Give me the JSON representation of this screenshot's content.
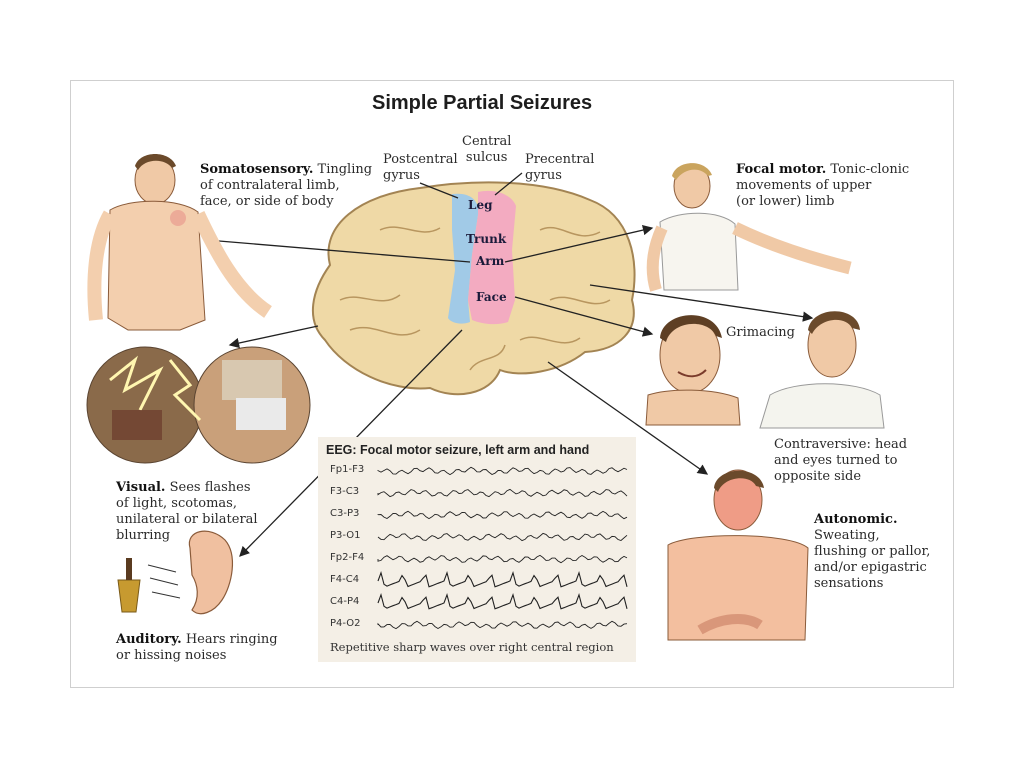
{
  "title": "Simple Partial Seizures",
  "brain": {
    "central_sulcus": [
      "Central",
      "sulcus"
    ],
    "postcentral_gyrus": [
      "Postcentral",
      "gyrus"
    ],
    "precentral_gyrus": [
      "Precentral",
      "gyrus"
    ],
    "regions": [
      "Leg",
      "Trunk",
      "Arm",
      "Face"
    ],
    "colors": {
      "postcentral": "#9cc9ea",
      "precentral": "#f2a9c2",
      "brain": "#efd9a6"
    }
  },
  "somatosensory": {
    "heading": "Somatosensory.",
    "lines": [
      "Tingling",
      "of contralateral limb,",
      "face, or side of body"
    ]
  },
  "focal_motor": {
    "heading": "Focal motor.",
    "lines": [
      "Tonic-clonic",
      "movements of upper",
      "(or lower) limb"
    ]
  },
  "grimacing": "Grimacing",
  "contraversive": [
    "Contraversive: head",
    "and eyes turned to",
    "opposite side"
  ],
  "autonomic": {
    "heading": "Autonomic.",
    "lines": [
      "Sweating,",
      "flushing or pallor,",
      "and/or epigastric",
      "sensations"
    ]
  },
  "visual": {
    "heading": "Visual.",
    "lines": [
      "Sees flashes",
      "of light, scotomas,",
      "unilateral or bilateral",
      "blurring"
    ]
  },
  "auditory": {
    "heading": "Auditory.",
    "lines": [
      "Hears ringing",
      "or hissing noises"
    ]
  },
  "eeg": {
    "title": "EEG: Focal motor seizure, left arm and hand",
    "channels": [
      "Fp1-F3",
      "F3-C3",
      "C3-P3",
      "P3-O1",
      "Fp2-F4",
      "F4-C4",
      "C4-P4",
      "P4-O2"
    ],
    "caption": "Repetitive sharp waves over right central region"
  }
}
